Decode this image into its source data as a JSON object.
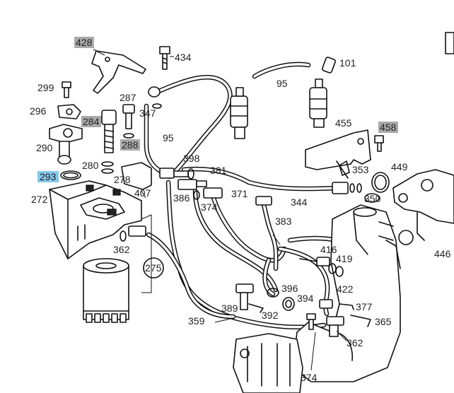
{
  "labels": {
    "p428": "428",
    "p434": "434",
    "p299": "299",
    "p296": "296",
    "p287": "287",
    "p284": "284",
    "p347": "347",
    "p290": "290",
    "p288": "288",
    "p280": "280",
    "p293": "293",
    "p278": "278",
    "p272": "272",
    "p407": "407",
    "p95a": "95",
    "p95b": "95",
    "p101": "101",
    "p455": "455",
    "p458": "458",
    "p353": "353",
    "p449": "449",
    "p398": "398",
    "p381": "381",
    "p386": "386",
    "p371": "371",
    "p374a": "374",
    "p344": "344",
    "p350": "350",
    "p383": "383",
    "p416": "416",
    "p419": "419",
    "p422": "422",
    "p446": "446",
    "p362a": "362",
    "p275": "275",
    "p396": "396",
    "p394": "394",
    "p377": "377",
    "p389": "389",
    "p392": "392",
    "p365": "365",
    "p359": "359",
    "p362b": "362",
    "p374b": "374"
  },
  "highlight_colors": {
    "grey": "#a9a9a9",
    "blue": "#87c8ec"
  },
  "highlighted_parts": {
    "grey": [
      "428",
      "284",
      "288",
      "458"
    ],
    "blue": [
      "293"
    ]
  }
}
